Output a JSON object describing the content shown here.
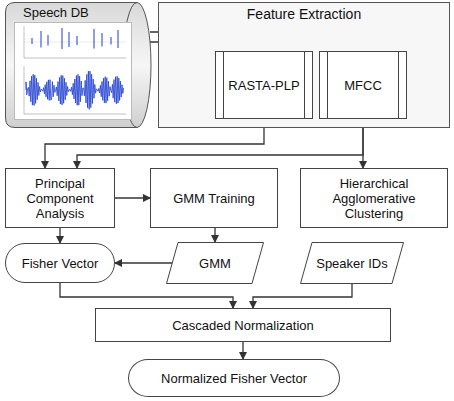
{
  "diagram": {
    "nodes": [
      {
        "text": [
          "Speech DB"
        ]
      },
      {
        "text": [
          "Feature Extraction"
        ]
      },
      {
        "text": [
          "RASTA-PLP"
        ],
        "in": 1
      },
      {
        "text": [
          "MFCC"
        ],
        "in": 1
      },
      {
        "text": [
          "Principal Component Analysis"
        ]
      },
      {
        "text": [
          "GMM Training"
        ]
      },
      {
        "text": [
          "Hierarchical Agglomerative Clustering"
        ]
      },
      {
        "text": [
          "Fisher Vector"
        ]
      },
      {
        "text": [
          "GMM"
        ]
      },
      {
        "text": [
          "Speaker IDs"
        ]
      },
      {
        "text": [
          "Cascaded Normalization"
        ]
      },
      {
        "text": [
          "Normalized Fisher Vector"
        ]
      }
    ],
    "edges": [
      {
        "from": 0,
        "to": 2,
        "arrow": "to"
      },
      {
        "from": 0,
        "to": 3,
        "arrow": "to"
      },
      {
        "from": 2,
        "to": 4,
        "arrow": "to"
      },
      {
        "from": 3,
        "to": 4,
        "arrow": "to"
      },
      {
        "from": 3,
        "to": 6,
        "arrow": "to"
      },
      {
        "from": 4,
        "to": 5,
        "arrow": "to"
      },
      {
        "from": 5,
        "to": 8,
        "arrow": "to"
      },
      {
        "from": 8,
        "to": 7,
        "arrow": "to"
      },
      {
        "from": 4,
        "to": 7,
        "arrow": "to"
      },
      {
        "from": 7,
        "to": 10,
        "arrow": "to"
      },
      {
        "from": 9,
        "to": 10,
        "arrow": "to"
      },
      {
        "from": 10,
        "to": 11,
        "arrow": "to"
      }
    ]
  }
}
